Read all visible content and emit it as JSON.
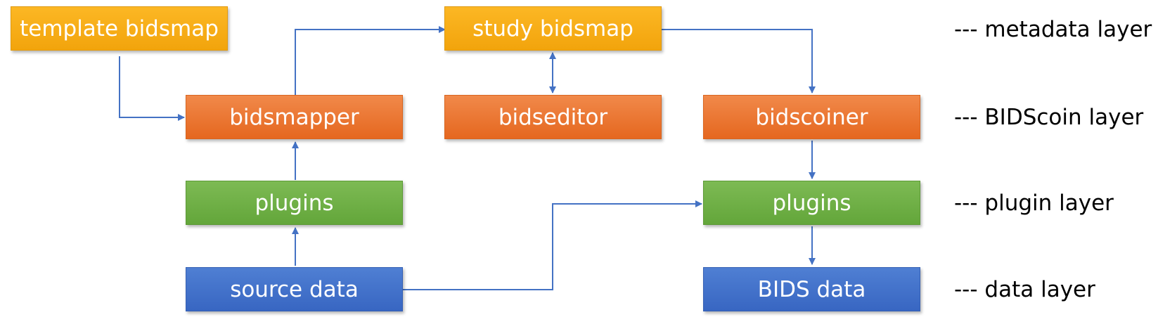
{
  "boxes": {
    "template_bidsmap": "template bidsmap",
    "study_bidsmap": "study bidsmap",
    "bidsmapper": "bidsmapper",
    "bidseditor": "bidseditor",
    "bidscoiner": "bidscoiner",
    "plugins_left": "plugins",
    "plugins_right": "plugins",
    "source_data": "source data",
    "bids_data": "BIDS data"
  },
  "layers": {
    "metadata": "--- metadata layer",
    "bidscoin": "--- BIDScoin layer",
    "plugin": "--- plugin layer",
    "data": "--- data layer"
  },
  "colors": {
    "metadata_box": "#f7ac16",
    "tool_box": "#ea7230",
    "plugin_box": "#70ad47",
    "data_box": "#4472c4",
    "arrow": "#4472c4"
  }
}
